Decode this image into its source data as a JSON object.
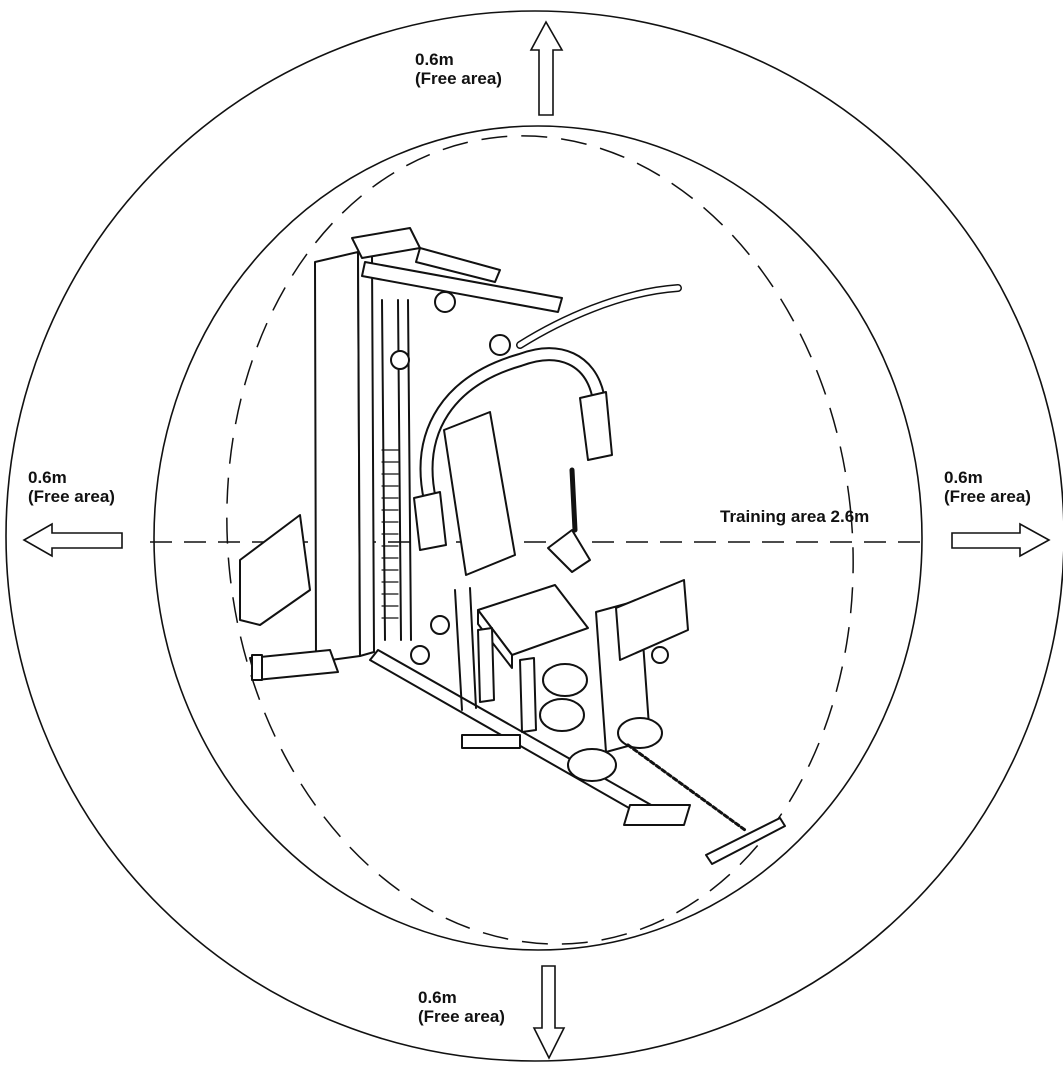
{
  "diagram": {
    "labels": {
      "top": {
        "distance": "0.6m",
        "note": "(Free area)"
      },
      "bottom": {
        "distance": "0.6m",
        "note": "(Free area)"
      },
      "left": {
        "distance": "0.6m",
        "note": "(Free area)"
      },
      "right": {
        "distance": "0.6m",
        "note": "(Free area)"
      },
      "training": "Training area 2.6m"
    },
    "colors": {
      "line": "#111111",
      "background": "#ffffff",
      "arrow_fill": "#ffffff"
    },
    "icons": [
      "arrow-up-icon",
      "arrow-down-icon",
      "arrow-left-icon",
      "arrow-right-icon",
      "home-gym-machine-icon"
    ]
  }
}
